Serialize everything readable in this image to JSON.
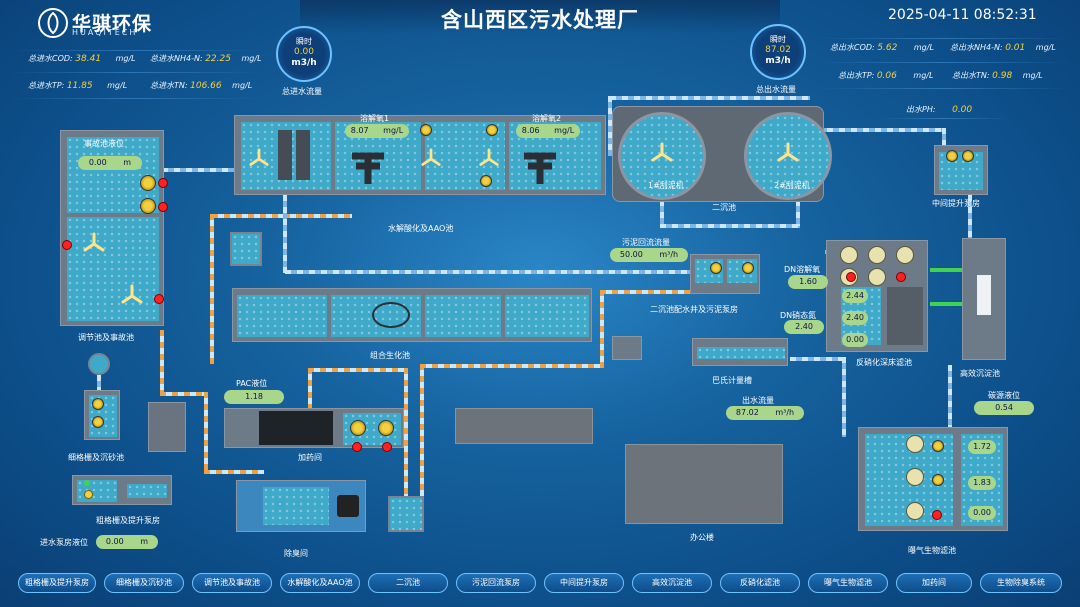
{
  "header": {
    "title": "含山西区污水处理厂",
    "datetime": "2025-04-11 08:52:31",
    "logo_text": "华骐环保",
    "logo_sub": "HUAQITECH"
  },
  "inlet_metrics": [
    {
      "label": "总进水COD:",
      "value": "38.41",
      "unit": "mg/L"
    },
    {
      "label": "总进水NH4-N:",
      "value": "22.25",
      "unit": "mg/L"
    },
    {
      "label": "总进水TP:",
      "value": "11.85",
      "unit": "mg/L"
    },
    {
      "label": "总进水TN:",
      "value": "106.66",
      "unit": "mg/L"
    }
  ],
  "outlet_metrics": [
    {
      "label": "总出水COD:",
      "value": "5.62",
      "unit": "mg/L"
    },
    {
      "label": "总出水NH4-N:",
      "value": "0.01",
      "unit": "mg/L"
    },
    {
      "label": "总出水TP:",
      "value": "0.06",
      "unit": "mg/L"
    },
    {
      "label": "总出水TN:",
      "value": "0.98",
      "unit": "mg/L"
    },
    {
      "label": "出水PH:",
      "value": "0.00",
      "unit": ""
    }
  ],
  "inlet_flow": {
    "label": "瞬时",
    "value": "0.00",
    "unit": "m3/h",
    "caption": "总进水流量"
  },
  "outlet_flow": {
    "label": "瞬时",
    "value": "87.02",
    "unit": "m3/h",
    "caption": "总出水流量"
  },
  "process": {
    "accident_tank_level_label": "事故池液位",
    "accident_tank_level": "0.00",
    "accident_tank_unit": "m",
    "do1_label": "溶解氧1",
    "do1": "8.07",
    "do1_unit": "mg/L",
    "do2_label": "溶解氧2",
    "do2": "8.06",
    "do2_unit": "mg/L",
    "hydrolysis_aao": "水解酸化及AAO池",
    "clarifier1": "1#刮泥机",
    "clarifier2": "2#刮泥机",
    "secondary": "二沉池",
    "sludge_return_label": "污泥回流流量",
    "sludge_return": "50.00",
    "sludge_return_unit": "m³/h",
    "sludge_pump_room": "二沉池配水井及污泥泵房",
    "mid_pump": "中间提升泵房",
    "dn_do_label": "DN溶解氧",
    "dn_do": "1.60",
    "dn_nitrate_label": "DN硝态氮",
    "dn_nitrate": "2.40",
    "denitr_vals": [
      "2.44",
      "2.40",
      "0.00"
    ],
    "denitr": "反硝化深床滤池",
    "hi_eff": "高效沉淀池",
    "combined_bio": "组合生化池",
    "regulating": "调节池及事故池",
    "parshall": "巴氏计量槽",
    "outlet_flow_label": "出水流量",
    "outlet_flow": "87.02",
    "outlet_flow_unit": "m³/h",
    "carbon_label": "碳源液位",
    "carbon": "0.54",
    "pac_label": "PAC液位",
    "pac": "1.18",
    "dosing": "加药间",
    "fine_screen": "细格栅及沉砂池",
    "coarse_screen": "粗格栅及提升泵房",
    "inlet_level_label": "进水泵房液位",
    "inlet_level": "0.00",
    "inlet_level_unit": "m",
    "deodor": "除臭间",
    "office": "办公楼",
    "aeration_vals": [
      "1.72",
      "1.83",
      "0.00"
    ],
    "aeration": "曝气生物滤池"
  },
  "nav": [
    "粗格栅及提升泵房",
    "细格栅及沉砂池",
    "调节池及事故池",
    "水解酸化及AAO池",
    "二沉池",
    "污泥回流泵房",
    "中间提升泵房",
    "高效沉淀池",
    "反硝化滤池",
    "曝气生物滤池",
    "加药间",
    "生物除臭系统"
  ]
}
